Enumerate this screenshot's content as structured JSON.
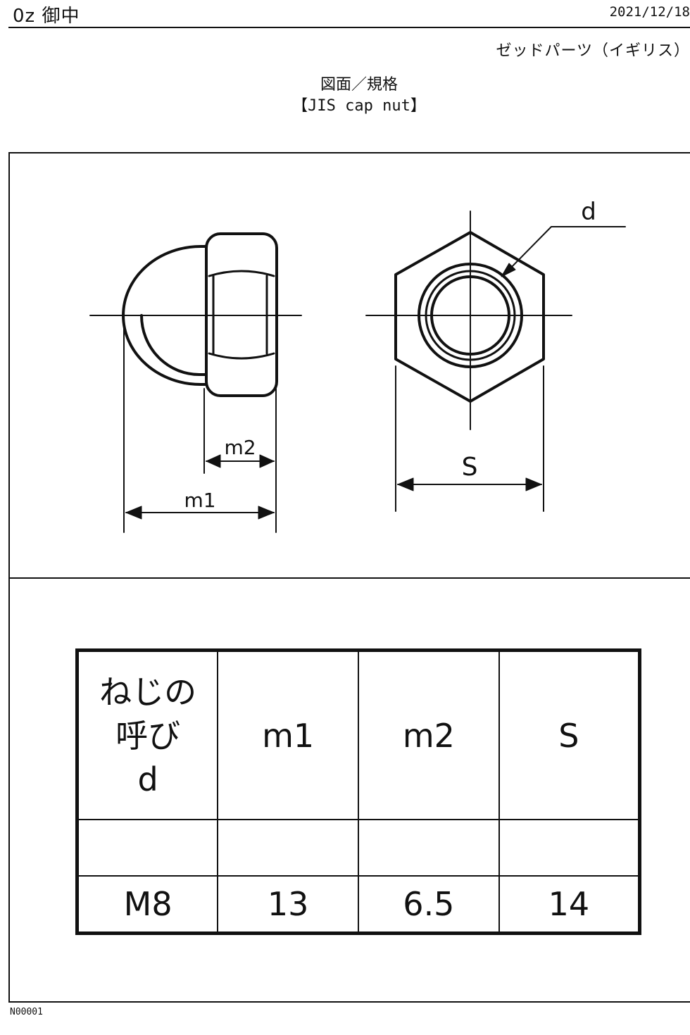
{
  "header": {
    "recipient": "0z 御中",
    "date": "2021/12/18",
    "company": "ゼッドパーツ（イギリス）"
  },
  "title": {
    "line1": "図面／規格",
    "line2": "【JIS cap nut】"
  },
  "drawing": {
    "labels": {
      "d": "d",
      "m1": "m1",
      "m2": "m2",
      "s": "S"
    }
  },
  "spec_table": {
    "header": {
      "size_lines": [
        "ねじの",
        "呼び",
        "d"
      ],
      "m1": "m1",
      "m2": "m2",
      "s": "S"
    },
    "rows": [
      {
        "d": "M8",
        "m1": "13",
        "m2": "6.5",
        "s": "14"
      }
    ]
  },
  "footer": {
    "code": "N00001"
  }
}
